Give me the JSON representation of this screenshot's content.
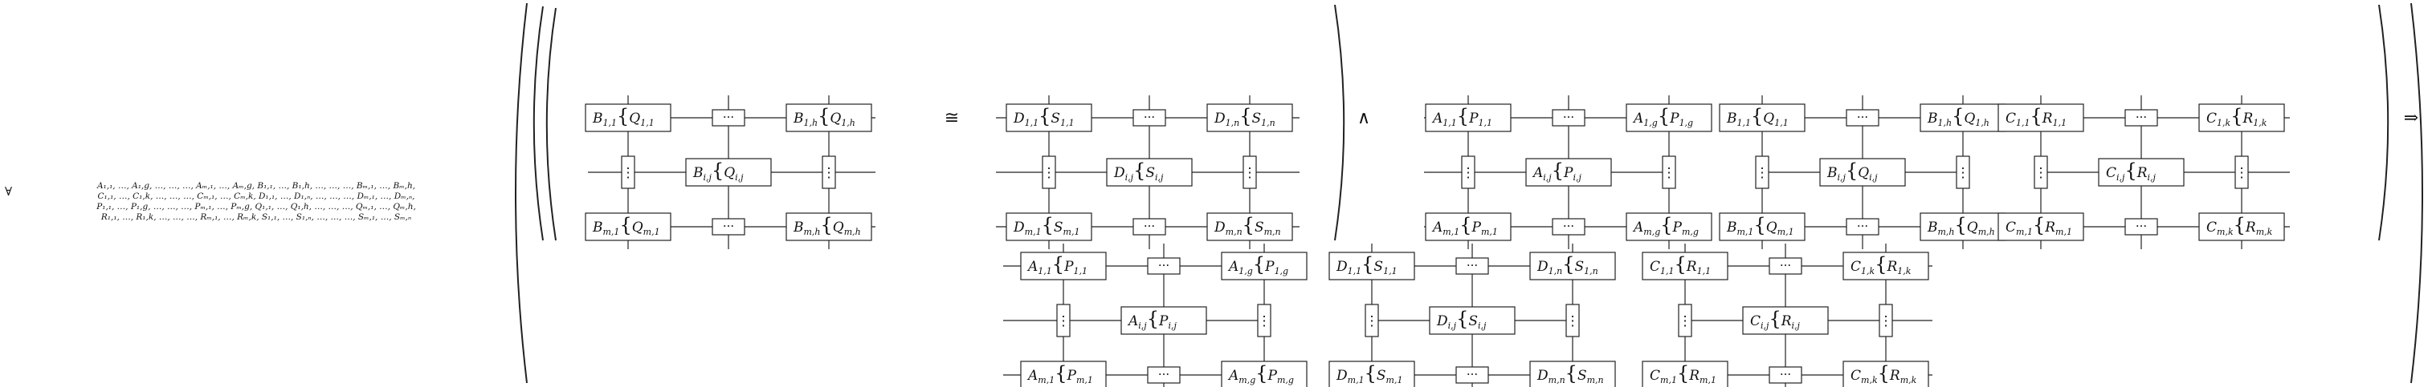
{
  "quantifier": {
    "symbol": "∀",
    "lines": [
      "A₁,₁, …, A₁,g, …, …, …, Aₘ,₁, …, Aₘ,g, B₁,₁, …, B₁,h, …, …, …, Bₘ,₁, …, Bₘ,h,",
      "C₁,₁, …, C₁,k, …, …, …, Cₘ,₁, …, Cₘ,k, D₁,₁, …, D₁,ₙ, …, …, …, Dₘ,₁, …, Dₘ,ₙ,",
      "P₁,₁, …, P₁,g, …, …, …, Pₘ,₁, …, Pₘ,g, Q₁,₁, …, Q₁,h, …, …, …, Qₘ,₁, …, Qₘ,h,",
      "R₁,₁, …, R₁,k, …, …, …, Rₘ,₁, …, Rₘ,k, S₁,₁, …, S₁,ₙ, …, …, …, Sₘ,₁, …, Sₘ,ₙ"
    ]
  },
  "operators": {
    "cong": "≅",
    "wedge": "∧",
    "implies": "⇒"
  },
  "dots": {
    "h": "···",
    "v": "⋮"
  },
  "sequents": {
    "B_Q": {
      "tl": [
        "B",
        "1,1",
        "Q",
        "1,1"
      ],
      "tr": [
        "B",
        "1,h",
        "Q",
        "1,h"
      ],
      "mid": [
        "B",
        "i,j",
        "Q",
        "i,j"
      ],
      "bl": [
        "B",
        "m,1",
        "Q",
        "m,1"
      ],
      "br": [
        "B",
        "m,h",
        "Q",
        "m,h"
      ]
    },
    "D_S": {
      "tl": [
        "D",
        "1,1",
        "S",
        "1,1"
      ],
      "tr": [
        "D",
        "1,n",
        "S",
        "1,n"
      ],
      "mid": [
        "D",
        "i,j",
        "S",
        "i,j"
      ],
      "bl": [
        "D",
        "m,1",
        "S",
        "m,1"
      ],
      "br": [
        "D",
        "m,n",
        "S",
        "m,n"
      ]
    },
    "A_P": {
      "tl": [
        "A",
        "1,1",
        "P",
        "1,1"
      ],
      "tr": [
        "A",
        "1,g",
        "P",
        "1,g"
      ],
      "mid": [
        "A",
        "i,j",
        "P",
        "i,j"
      ],
      "bl": [
        "A",
        "m,1",
        "P",
        "m,1"
      ],
      "br": [
        "A",
        "m,g",
        "P",
        "m,g"
      ]
    },
    "C_R": {
      "tl": [
        "C",
        "1,1",
        "R",
        "1,1"
      ],
      "tr": [
        "C",
        "1,k",
        "R",
        "1,k"
      ],
      "mid": [
        "C",
        "i,j",
        "R",
        "i,j"
      ],
      "bl": [
        "C",
        "m,1",
        "R",
        "m,1"
      ],
      "br": [
        "C",
        "m,k",
        "R",
        "m,k"
      ]
    }
  }
}
